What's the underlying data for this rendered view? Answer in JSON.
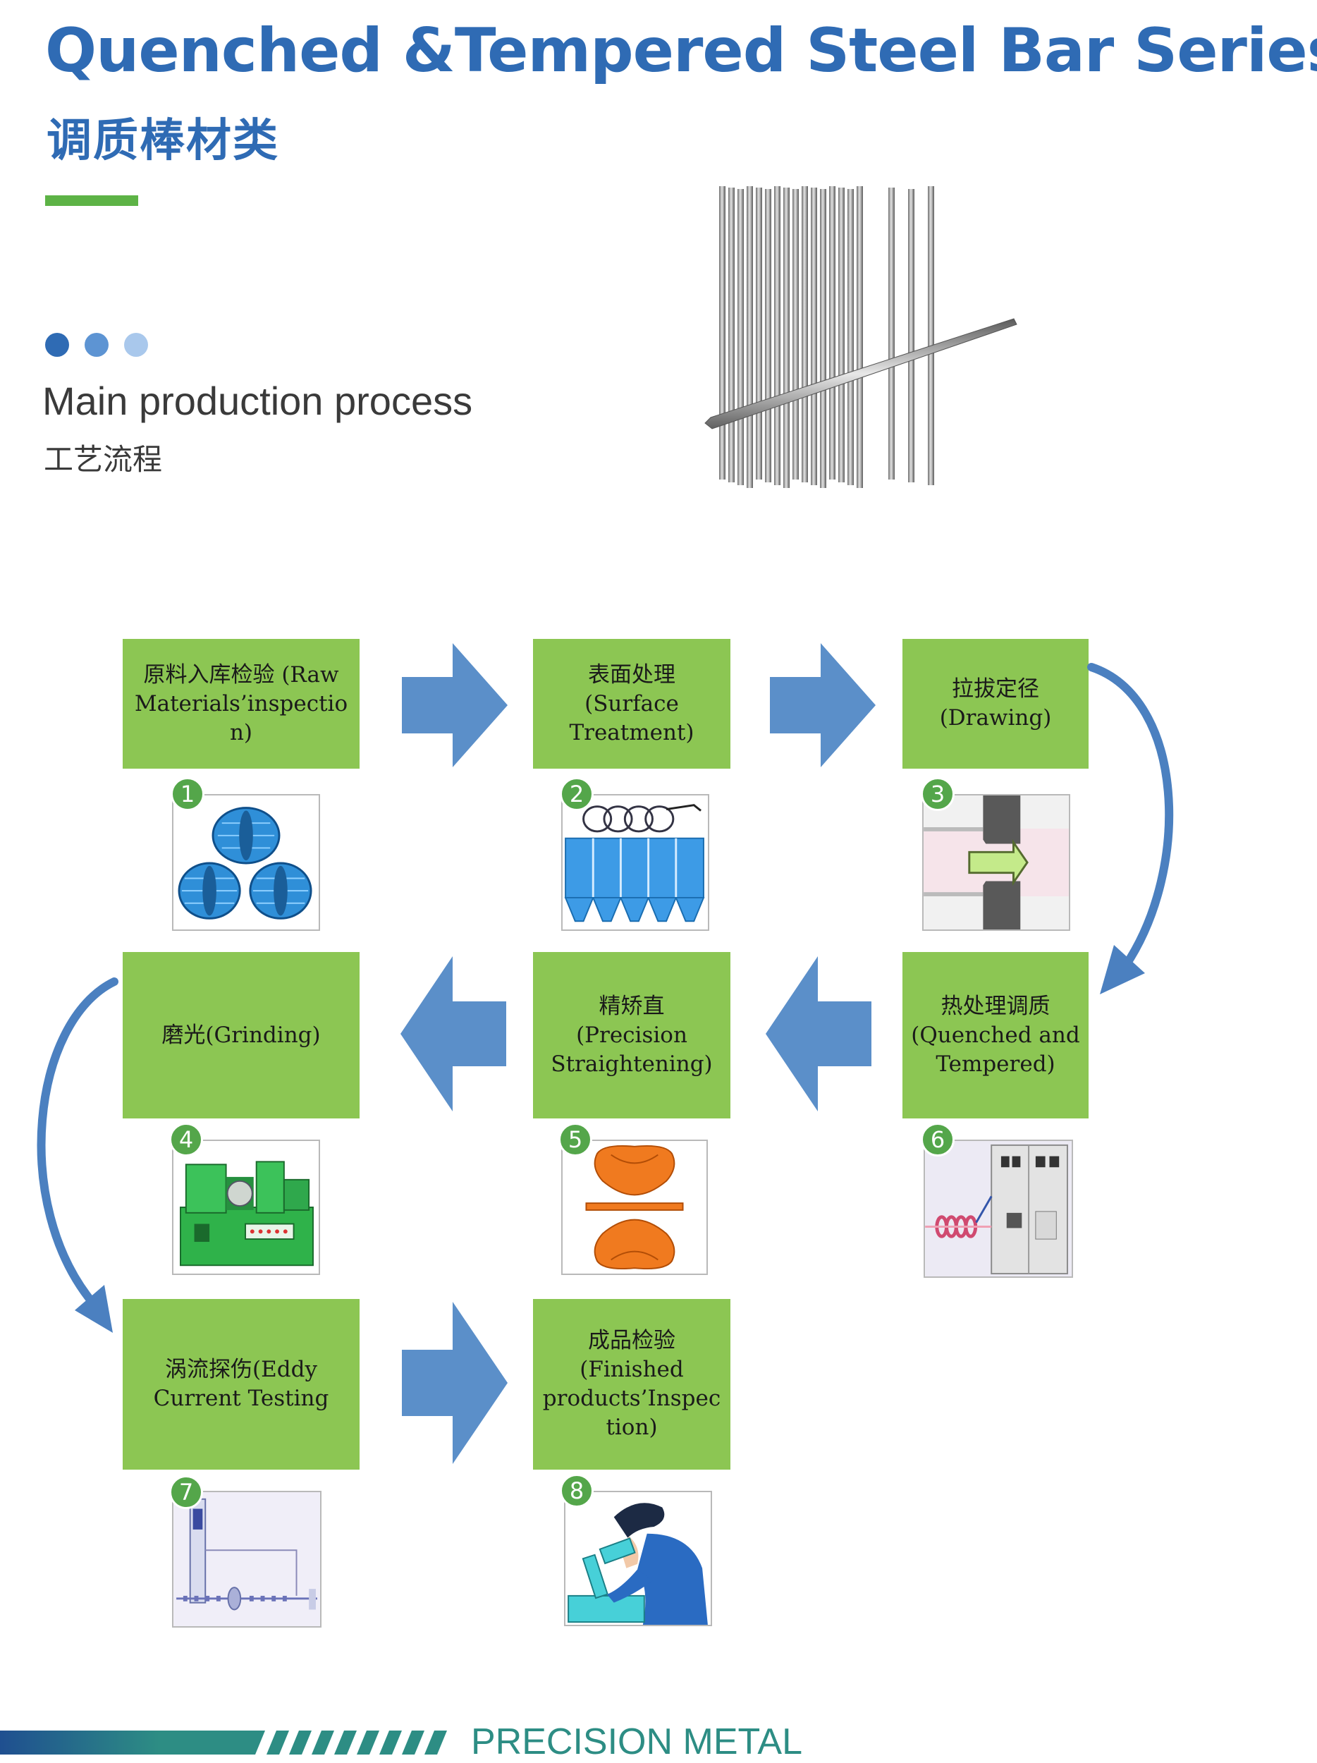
{
  "header": {
    "title_en": "Quenched &Tempered Steel Bar Series",
    "title_cn": "调质棒材类"
  },
  "section": {
    "title_en": "Main production process",
    "title_cn": "工艺流程"
  },
  "colors": {
    "title_blue": "#2f6bb4",
    "step_green": "#8cc653",
    "rule_green": "#5db346",
    "arrow_blue": "#5b8fc9",
    "badge_green": "#54a64a",
    "footer_teal": "#2d8d84"
  },
  "steps": [
    {
      "number": "1",
      "label": "原料入库检验 (Raw Materials’inspection)",
      "icon": "wire-coils-icon"
    },
    {
      "number": "2",
      "label": "表面处理\n(Surface\nTreatment)",
      "icon": "surface-treatment-tanks-icon"
    },
    {
      "number": "3",
      "label": "拉拔定径\n(Drawing)",
      "icon": "drawing-die-icon"
    },
    {
      "number": "4",
      "label": "磨光(Grinding)",
      "icon": "grinding-machine-icon"
    },
    {
      "number": "5",
      "label": "精矫直\n(Precision\nStraightening)",
      "icon": "straightening-rollers-icon"
    },
    {
      "number": "6",
      "label": "热处理调质\n(Quenched and\nTempered)",
      "icon": "induction-heating-cabinet-icon"
    },
    {
      "number": "7",
      "label": "涡流探伤(Eddy\nCurrent Testing",
      "icon": "eddy-current-line-icon"
    },
    {
      "number": "8",
      "label": "成品检验\n(Finished\nproducts’Inspection)",
      "icon": "microscope-inspector-icon"
    }
  ],
  "footer": {
    "brand": "PRECISION METAL"
  }
}
